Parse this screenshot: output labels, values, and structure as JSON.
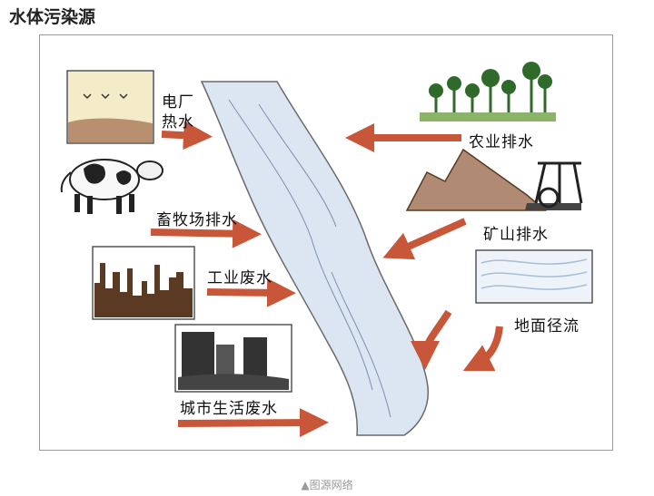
{
  "page_title": "水体污染源",
  "caption": "▲图源网络",
  "labels": {
    "power_plant_line1": "电厂",
    "power_plant_line2": "热水",
    "livestock": "畜牧场排水",
    "industry": "工业废水",
    "urban": "城市生活废水",
    "agriculture": "农业排水",
    "mining": "矿山排水",
    "runoff": "地面径流"
  },
  "colors": {
    "arrow": "#c8573a",
    "river": "#dce6f2",
    "river_edge": "#6a6a6a",
    "factory": "#5a3a22",
    "plant": "#2f6a2a"
  }
}
